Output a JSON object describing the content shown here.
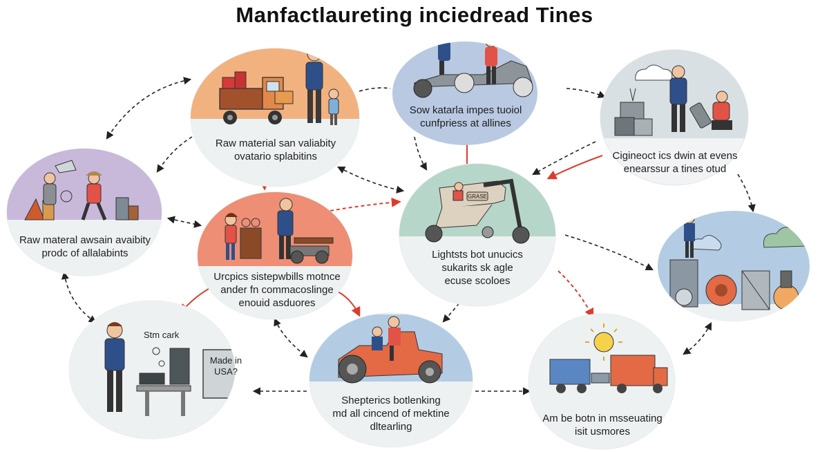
{
  "title": "Manfactlaureting inciedread Tines",
  "nodes": {
    "n1": {
      "lines": [
        "Raw material san valiabity",
        "ovatario splabitins"
      ]
    },
    "n2": {
      "lines": [
        "Sow katarla impes tuoiol",
        "cunfpriess at allines"
      ]
    },
    "n3": {
      "lines": [
        "Cigineoct ics dwin at evens",
        "enearssur a tines otud"
      ]
    },
    "n4": {
      "lines": [
        "Raw materal awsain avaibity",
        "prodc of allalabints"
      ]
    },
    "n5": {
      "lines": [
        "Urcpics sistepwbills motnce",
        "ander fn commacoslinge",
        "enouid asduores"
      ]
    },
    "n6": {
      "lines": [
        "Lightsts bot unucics",
        "sukarits sk agle",
        "ecuse scoloes"
      ]
    },
    "n7": {
      "lines": [
        "Shepterics botlenking",
        "md all cincend of mektine",
        "dltearling"
      ]
    },
    "n8": {
      "lines": [
        "Am be botn in msseuating",
        "isit usmores"
      ]
    }
  },
  "labels": {
    "stm_card": "Stm cark",
    "sign": [
      "Made in",
      "USA?"
    ],
    "vehicle_plate": "GRASE"
  },
  "colors": {
    "peach": "#f2b27f",
    "blue": "#b9c9e2",
    "gray": "#d9e0e3",
    "lavender": "#c8b9da",
    "salmon": "#ee8e74",
    "mint": "#b7d6ca",
    "tan": "#ddd1c0",
    "skyblue": "#b3cce4",
    "red_arrow": "#dd3c2c"
  }
}
